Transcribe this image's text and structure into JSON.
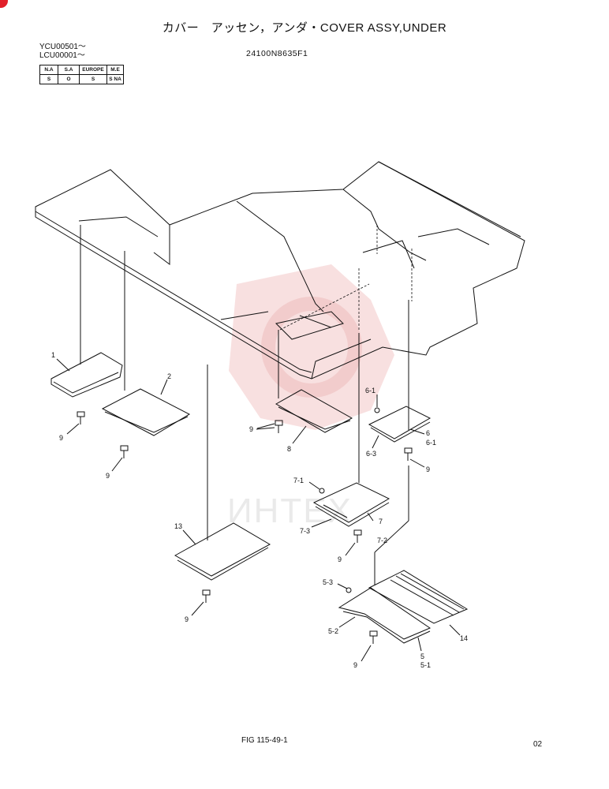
{
  "title": "カバー　アッセン，アンダ・COVER ASSY,UNDER",
  "serials": [
    "YCU00501～",
    "LCU00001～"
  ],
  "part_number": "24100N8635F1",
  "region_table": {
    "headers": [
      "N.A",
      "S.A",
      "EUROPE",
      "M.E"
    ],
    "values": [
      "S",
      "O",
      "S",
      "S NA"
    ]
  },
  "callouts": {
    "c1": "1",
    "c2": "2",
    "c13": "13",
    "c8": "8",
    "c6_1_top": "6-1",
    "c6": "6",
    "c6_1": "6-1",
    "c6_3": "6-3",
    "c7_1": "7-1",
    "c7_3": "7-3",
    "c7": "7",
    "c7_2": "7-2",
    "c5_3": "5-3",
    "c5_2": "5-2",
    "c5": "5",
    "c5_1": "5-1",
    "c14": "14",
    "c9a": "9",
    "c9b": "9",
    "c9c": "9",
    "c9d": "9",
    "c9e": "9",
    "c9f": "9",
    "c9g": "9"
  },
  "watermark": {
    "text": "ИНТЕХ",
    "color": "#e8a0a0"
  },
  "figure_caption": "FIG 115-49-1",
  "page_number": "02"
}
